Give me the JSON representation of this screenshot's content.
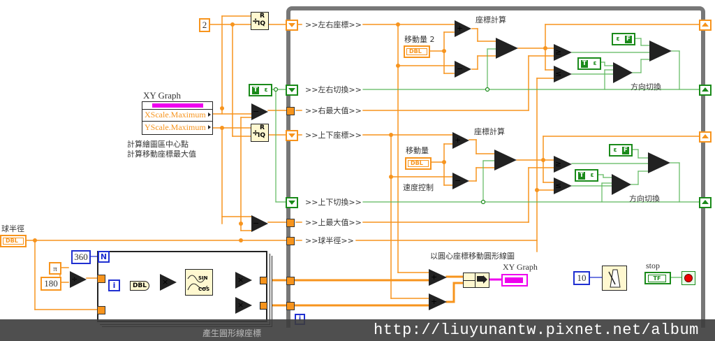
{
  "diagram_type": "LabVIEW block diagram",
  "colors": {
    "numeric_wire": "#f7941d",
    "boolean_wire": "#1a8a1a",
    "integer_wire": "#1f2fd1",
    "cluster_wire": "#ee00ee",
    "node_fill": "#fff8d0",
    "loop_border": "#777777",
    "watermark_bar": "#4d4d4d"
  },
  "constants": {
    "divisor_two": "2",
    "for_count": "360",
    "pi_symbol": "π",
    "degrees": "180",
    "wait_ms": "10"
  },
  "property_node": {
    "title": "XY Graph",
    "props": [
      "XScale.Maximum",
      "YScale.Maximum"
    ]
  },
  "comments": {
    "center_calc_1": "計算繪圖區中心點",
    "center_calc_2": "計算移動座標最大值",
    "coord_calc_top": "座標計算",
    "coord_calc_bottom": "座標計算",
    "move_amount_2": "移動量 2",
    "move_amount": "移動量",
    "speed_control": "速度控制",
    "direction_switch_top": "方向切換",
    "direction_switch_bottom": "方向切換",
    "move_circle": "以圓心座標移動圓形線圖",
    "gen_circle": "產生圓形線座標",
    "ball_radius": "球半徑"
  },
  "shift_register_labels": [
    ">>左右座標>>",
    ">>左右切換>>",
    ">>右最大值>>",
    ">>上下座標>>",
    ">>上下切換>>",
    ">>上最大值>>",
    ">>球半徑>>"
  ],
  "terminals": {
    "dbl": "DBL",
    "xy_graph": "XY Graph",
    "stop": "stop",
    "tf": "TF",
    "for_n": "N",
    "iter_i": "i"
  },
  "booleans": {
    "t": "T",
    "f": "F"
  },
  "operators": {
    "add": "+",
    "sub": "−",
    "mul": "×",
    "div": "÷",
    "ge": "≥",
    "le": "≤"
  },
  "quotient_node": {
    "top": "R",
    "bottom": "IQ"
  },
  "trig_node": {
    "sin": "SIN",
    "cos": "COS"
  },
  "watermark": "http://liuyunantw.pixnet.net/album"
}
